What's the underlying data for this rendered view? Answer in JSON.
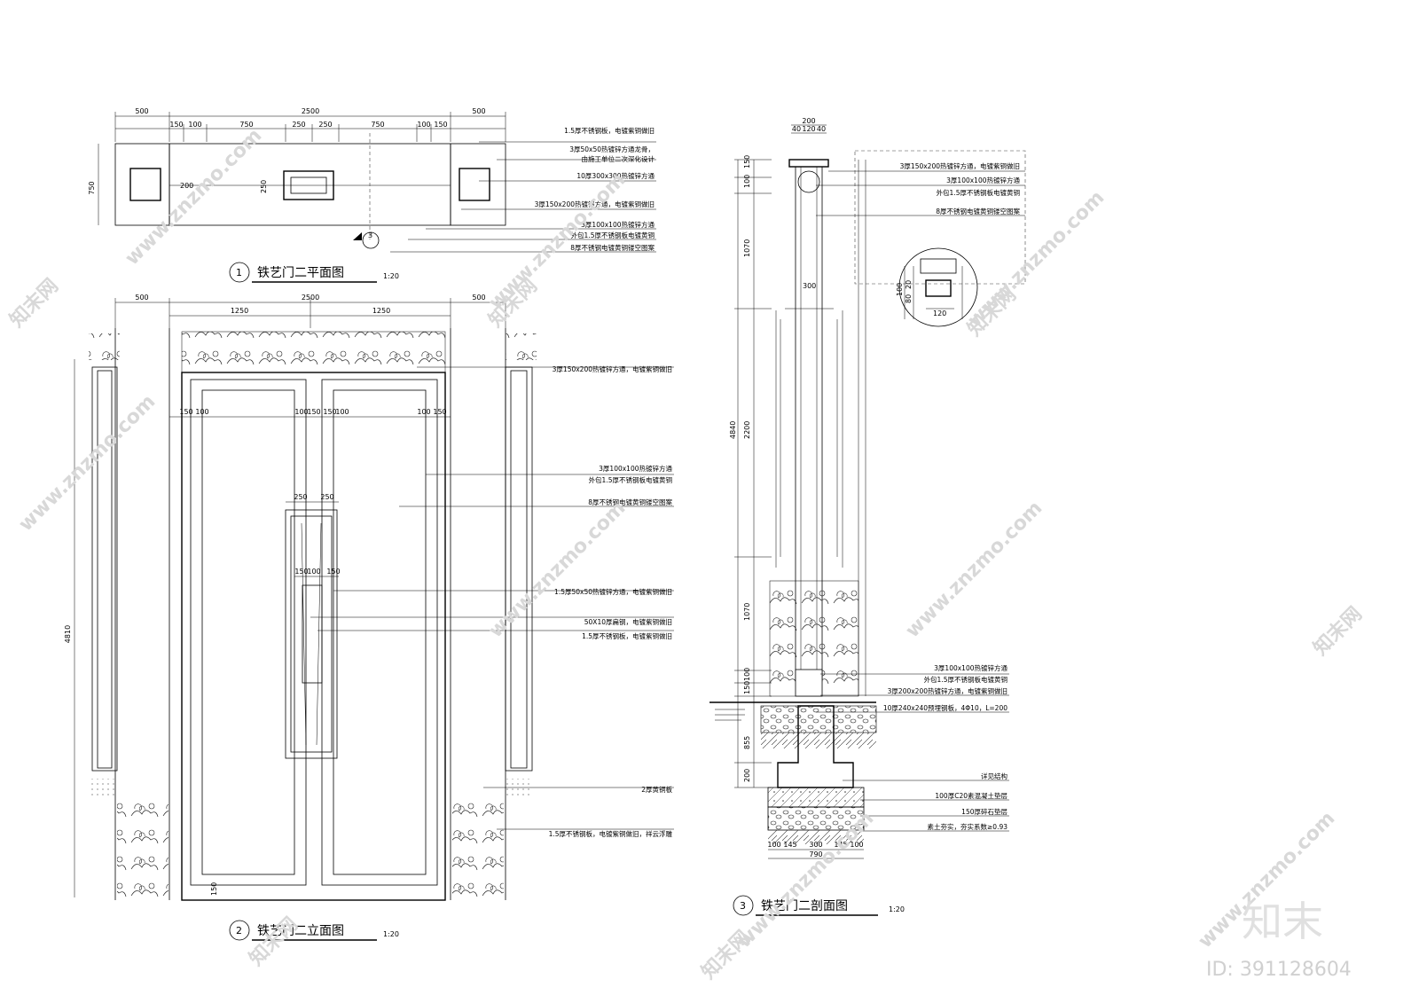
{
  "plan": {
    "title": "铁艺门二平面图",
    "num": "1",
    "scale": "1:20",
    "dims_top": [
      "500",
      "2500",
      "500"
    ],
    "dims_sub": [
      "150",
      "100",
      "750",
      "250",
      "250",
      "750",
      "100",
      "150"
    ],
    "dim_side": "750",
    "dim_left": "200",
    "dim_center": "250",
    "section_mark": "3",
    "notes": [
      "1.5厚不锈钢板，电镀紫铜做旧",
      "3厚50x50热镀锌方通龙骨，",
      "由施工单位二次深化设计",
      "10厚300x300热镀锌方通",
      "3厚150x200热镀锌方通，电镀紫铜做旧",
      "3厚100x100热镀锌方通",
      "外包1.5厚不锈钢板电镀黄铜",
      "8厚不锈钢电镀黄铜镂空图案"
    ]
  },
  "elevation": {
    "title": "铁艺门二立面图",
    "num": "2",
    "scale": "1:20",
    "dims_top": [
      "500",
      "2500",
      "500"
    ],
    "dims_half": [
      "1250",
      "1250"
    ],
    "dims_panel": [
      "150",
      "100",
      "100",
      "150",
      "150",
      "100",
      "100",
      "150"
    ],
    "dims_handle": [
      "250",
      "250"
    ],
    "dims_handle2": [
      "150",
      "100",
      "150"
    ],
    "dim_height": "4810",
    "dim_bottom": "150",
    "notes": [
      "3厚150x200热镀锌方通，电镀紫铜做旧",
      "3厚100x100热镀锌方通",
      "外包1.5厚不锈钢板电镀黄铜",
      "8厚不锈钢电镀黄铜镂空图案",
      "1.5厚50x50热镀锌方通，电镀紫铜做旧",
      "50X10厚扁钢，电镀紫铜做旧",
      "1.5厚不锈钢板，电镀紫铜做旧",
      "2厚黄铜板",
      "1.5厚不锈钢板，电镀紫铜做旧，祥云浮雕"
    ]
  },
  "section": {
    "title": "铁艺门二剖面图",
    "num": "3",
    "scale": "1:20",
    "dims_top": [
      "200",
      "40",
      "120",
      "40"
    ],
    "dims_left": [
      "150",
      "100",
      "1070",
      "2200",
      "1070",
      "100",
      "150",
      "855",
      "200"
    ],
    "dim_total": "4840",
    "dim_mid": "300",
    "detail_dims": [
      "100",
      "20",
      "80",
      "120"
    ],
    "dims_bottom": [
      "100",
      "145",
      "300",
      "145",
      "100"
    ],
    "dim_bottom_total": "790",
    "notes_top": [
      "3厚150x200热镀锌方通，电镀紫铜做旧",
      "3厚100x100热镀锌方通",
      "外包1.5厚不锈钢板电镀黄铜",
      "8厚不锈钢电镀黄铜镂空图案"
    ],
    "notes_bottom": [
      "3厚100x100热镀锌方通",
      "外包1.5厚不锈钢板电镀黄铜",
      "3厚200x200热镀锌方通，电镀紫铜做旧",
      "10厚240x240预埋钢板，4Φ10，L=200",
      "详见结构",
      "100厚C20素混凝土垫层",
      "150厚碎石垫层",
      "素土夯实，夯实系数≥0.93"
    ]
  },
  "watermark": {
    "site": "www.znzmo.com",
    "brand": "知末网",
    "logo": "知末",
    "id": "ID: 391128604"
  }
}
